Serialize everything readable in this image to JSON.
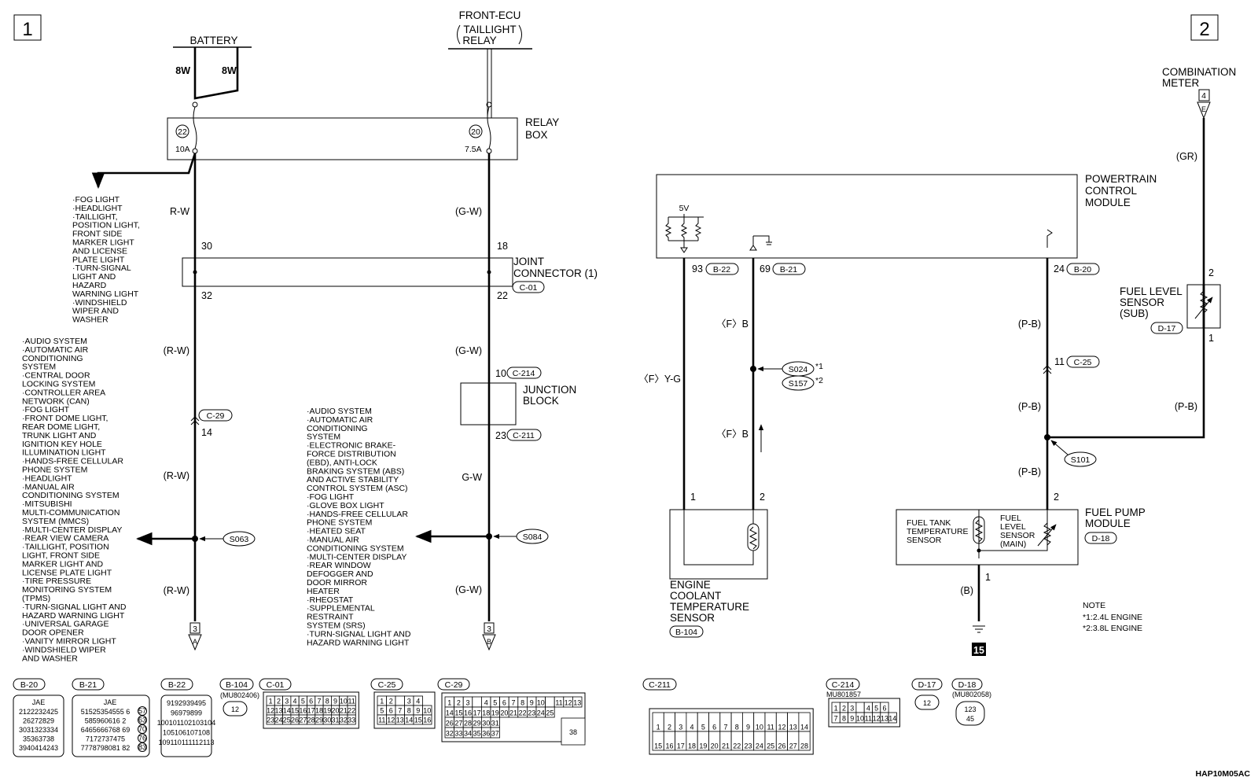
{
  "page": {
    "left_page_number": "1",
    "right_page_number": "2",
    "figure_id": "HAP10M05AC"
  },
  "components": {
    "battery": "BATTERY",
    "front_ecu_line1": "FRONT-ECU",
    "front_ecu_line2": "TAILLIGHT",
    "front_ecu_line3": "RELAY",
    "relay_box_line1": "RELAY",
    "relay_box_line2": "BOX",
    "joint_connector_line1": "JOINT",
    "joint_connector_line2": "CONNECTOR (1)",
    "joint_connector_id": "C-01",
    "junction_block_line1": "JUNCTION",
    "junction_block_line2": "BLOCK",
    "pcm_line1": "POWERTRAIN",
    "pcm_line2": "CONTROL",
    "pcm_line3": "MODULE",
    "pcm_5v": "5V",
    "combination_meter_line1": "COMBINATION",
    "combination_meter_line2": "METER",
    "combination_meter_pin": "4",
    "fls_sub_line1": "FUEL LEVEL",
    "fls_sub_line2": "SENSOR",
    "fls_sub_line3": "(SUB)",
    "fls_sub_id": "D-17",
    "fuel_pump_line1": "FUEL PUMP",
    "fuel_pump_line2": "MODULE",
    "fuel_pump_id": "D-18",
    "ftts_line1": "FUEL TANK",
    "ftts_line2": "TEMPERATURE",
    "ftts_line3": "SENSOR",
    "fls_main_line1": "FUEL",
    "fls_main_line2": "LEVEL",
    "fls_main_line3": "SENSOR",
    "fls_main_line4": "(MAIN)",
    "ects_line1": "ENGINE",
    "ects_line2": "COOLANT",
    "ects_line3": "TEMPERATURE",
    "ects_line4": "SENSOR",
    "ects_id": "B-104",
    "ground_ref": "15"
  },
  "fuses": {
    "f22_number": "22",
    "f22_rating": "10A",
    "f20_number": "20",
    "f20_rating": "7.5A"
  },
  "wires": {
    "bat_8w_a": "8W",
    "bat_8w_b": "8W",
    "rw": "R-W",
    "rw_p": "(R-W)",
    "gw": "G-W",
    "gw_p": "(G-W)",
    "gr_p": "(GR)",
    "pb_p": "(P-B)",
    "b_p": "(B)",
    "fyg": "〈F〉Y-G",
    "fb": "〈F〉B"
  },
  "pins": {
    "p30": "30",
    "p32": "32",
    "p14": "14",
    "p18": "18",
    "p22": "22",
    "p10": "10",
    "p23": "23",
    "p93": "93",
    "p69": "69",
    "p24": "24",
    "p11": "11",
    "p2": "2",
    "p1": "1",
    "p3": "3"
  },
  "connectors": {
    "c29": "C-29",
    "c214": "C-214",
    "c211": "C-211",
    "b22": "B-22",
    "b21": "B-21",
    "b20": "B-20",
    "c25": "C-25"
  },
  "splices": {
    "s063": "S063",
    "s084": "S084",
    "s024": "S024",
    "s157": "S157",
    "s101": "S101",
    "mark1": "*1",
    "mark2": "*2"
  },
  "arrows": {
    "a": "A",
    "b": "B",
    "e": "E"
  },
  "lists": {
    "relay_branch": [
      "·FOG LIGHT",
      "·HEADLIGHT",
      "·TAILLIGHT,",
      " POSITION LIGHT,",
      " FRONT SIDE",
      " MARKER LIGHT",
      " AND LICENSE",
      " PLATE LIGHT",
      "·TURN-SIGNAL",
      " LIGHT AND",
      " HAZARD",
      " WARNING LIGHT",
      "·WINDSHIELD",
      " WIPER AND",
      " WASHER"
    ],
    "s063_branch": [
      "·AUDIO SYSTEM",
      "·AUTOMATIC AIR",
      " CONDITIONING",
      " SYSTEM",
      "·CENTRAL DOOR",
      " LOCKING SYSTEM",
      "·CONTROLLER AREA",
      " NETWORK (CAN)",
      "·FOG LIGHT",
      "·FRONT DOME LIGHT,",
      " REAR DOME LIGHT,",
      " TRUNK LIGHT AND",
      " IGNITION KEY HOLE",
      " ILLUMINATION LIGHT",
      "·HANDS-FREE CELLULAR",
      " PHONE SYSTEM",
      "·HEADLIGHT",
      "·MANUAL AIR",
      " CONDITIONING SYSTEM",
      "·MITSUBISHI",
      " MULTI-COMMUNICATION",
      " SYSTEM (MMCS)",
      "·MULTI-CENTER DISPLAY",
      "·REAR VIEW CAMERA",
      "·TAILLIGHT, POSITION",
      " LIGHT, FRONT SIDE",
      " MARKER LIGHT AND",
      " LICENSE PLATE LIGHT",
      "·TIRE PRESSURE",
      " MONITORING SYSTEM",
      " (TPMS)",
      "·TURN-SIGNAL LIGHT AND",
      " HAZARD WARNING LIGHT",
      "·UNIVERSAL GARAGE",
      " DOOR OPENER",
      "·VANITY MIRROR LIGHT",
      "·WINDSHIELD WIPER",
      " AND WASHER"
    ],
    "s084_branch": [
      "·AUDIO SYSTEM",
      "·AUTOMATIC AIR",
      " CONDITIONING",
      " SYSTEM",
      "·ELECTRONIC BRAKE-",
      " FORCE DISTRIBUTION",
      " (EBD), ANTI-LOCK",
      " BRAKING SYSTEM (ABS)",
      " AND ACTIVE STABILITY",
      " CONTROL SYSTEM (ASC)",
      "·FOG LIGHT",
      "·GLOVE BOX LIGHT",
      "·HANDS-FREE CELLULAR",
      " PHONE SYSTEM",
      "·HEATED SEAT",
      "·MANUAL AIR",
      " CONDITIONING SYSTEM",
      "·MULTI-CENTER DISPLAY",
      "·REAR WINDOW",
      " DEFOGGER AND",
      " DOOR MIRROR",
      " HEATER",
      "·RHEOSTAT",
      "·SUPPLEMENTAL",
      " RESTRAINT",
      " SYSTEM (SRS)",
      "·TURN-SIGNAL LIGHT AND",
      " HAZARD WARNING LIGHT"
    ]
  },
  "note": {
    "title": "NOTE",
    "line1": "*1:2.4L ENGINE",
    "line2": "*2:3.8L ENGINE"
  },
  "connector_views": {
    "b20": "B-20",
    "b21": "B-21",
    "b22": "B-22",
    "b104": "B-104",
    "c01": "C-01",
    "c25": "C-25",
    "c29": "C-29",
    "c211": "C-211",
    "c214": "C-214",
    "d17": "D-17",
    "d18": "D-18",
    "jae": "JAE",
    "mu_b104": "(MU802406)",
    "mu_c214": "MU801857",
    "mu_d18": "(MU802058)",
    "b20_rows": [
      "2122232425",
      "26272829",
      "3031323334",
      "35363738",
      "3940414243"
    ],
    "b21_rows": [
      "51525354555 6",
      "585960616 2",
      "6465666768 69",
      "7172737475",
      "7778798081 82"
    ],
    "b21_side": [
      "57",
      "63",
      "70",
      "76",
      "83"
    ],
    "b22_rows": [
      "9192939495",
      "96979899",
      "100101102103104",
      "105106107108",
      "109110111112113"
    ],
    "c01_rows": [
      [
        "1",
        "2",
        "3",
        "4",
        "5",
        "6",
        "7",
        "8",
        "9",
        "10",
        "11"
      ],
      [
        "12",
        "13",
        "14",
        "15",
        "16",
        "17",
        "18",
        "19",
        "20",
        "21",
        "22"
      ],
      [
        "23",
        "24",
        "25",
        "26",
        "27",
        "28",
        "29",
        "30",
        "31",
        "32",
        "33"
      ]
    ],
    "c25_rows": [
      [
        "1",
        "2",
        "",
        "3",
        "4"
      ],
      [
        "5",
        "6",
        "7",
        "8",
        "9",
        "10"
      ],
      [
        "11",
        "12",
        "13",
        "14",
        "15",
        "16"
      ]
    ],
    "c29_rows": [
      [
        "1",
        "2",
        "3",
        "",
        "4",
        "5",
        "6",
        "7",
        "8",
        "9",
        "10",
        "",
        "11",
        "12",
        "13"
      ],
      [
        "14",
        "15",
        "16",
        "17",
        "18",
        "19",
        "20",
        "21",
        "22",
        "23",
        "24",
        "25"
      ],
      [
        "26",
        "27",
        "28",
        "29",
        "30",
        "31"
      ],
      [
        "32",
        "33",
        "34",
        "35",
        "36",
        "37"
      ]
    ],
    "c29_big": "38",
    "c211_rows": [
      [
        "1",
        "2",
        "3",
        "4",
        "5",
        "6",
        "7",
        "8",
        "9",
        "10",
        "11",
        "12",
        "13",
        "14"
      ],
      [
        "15",
        "16",
        "17",
        "18",
        "19",
        "20",
        "21",
        "22",
        "23",
        "24",
        "25",
        "26",
        "27",
        "28"
      ]
    ],
    "c214_rows": [
      [
        "1",
        "2",
        "3",
        "",
        "4",
        "5",
        "6"
      ],
      [
        "7",
        "8",
        "9",
        "10",
        "11",
        "12",
        "13",
        "14"
      ]
    ],
    "d17_pins": "12",
    "d18_top": "123",
    "d18_bot": "45"
  }
}
